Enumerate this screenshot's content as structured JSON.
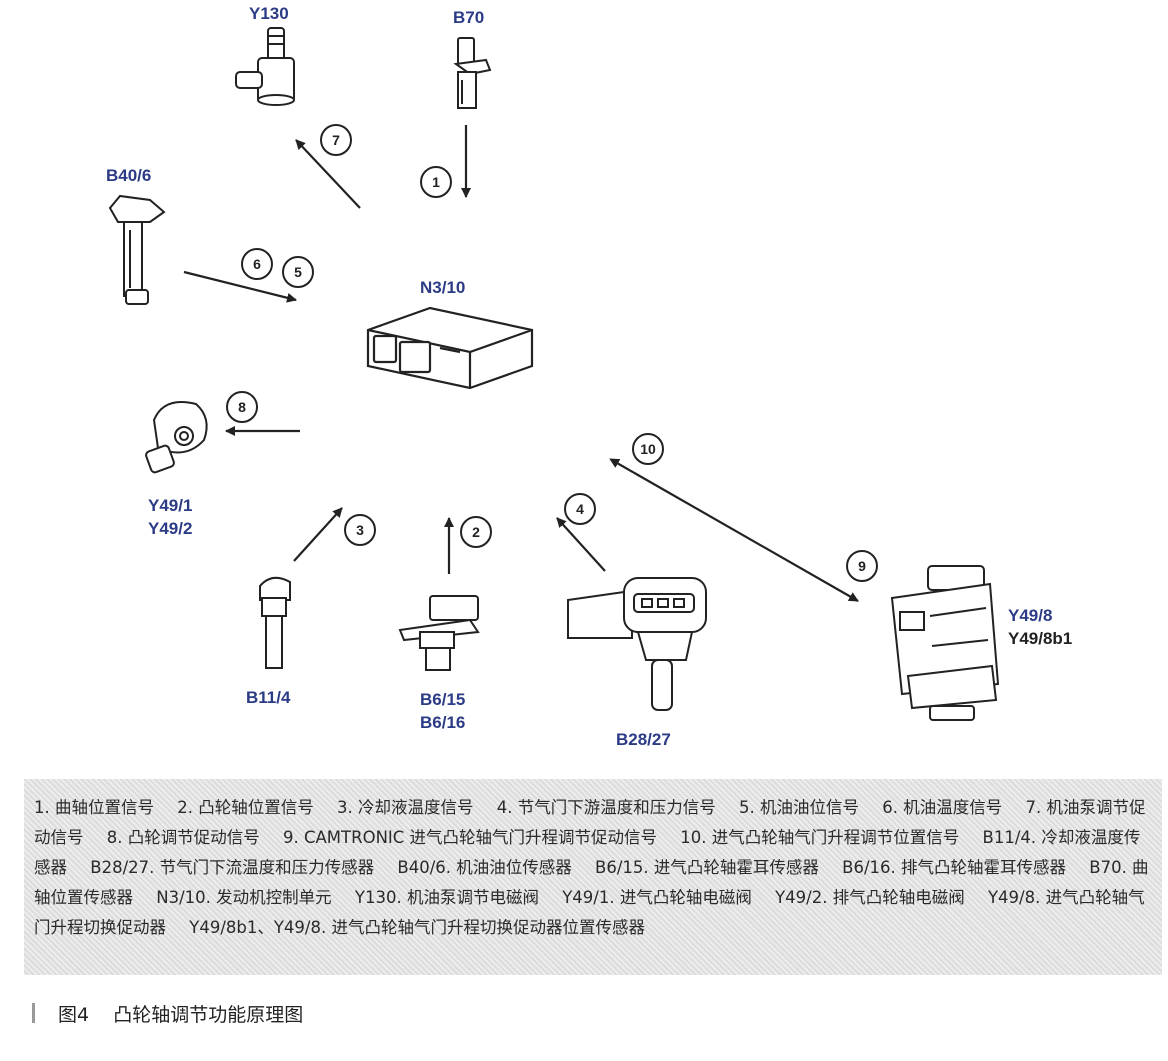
{
  "components": {
    "y130": "Y130",
    "b70": "B70",
    "b40_6": "B40/6",
    "n3_10": "N3/10",
    "y49_1": "Y49/1",
    "y49_2": "Y49/2",
    "b11_4": "B11/4",
    "b6_15": "B6/15",
    "b6_16": "B6/16",
    "b28_27": "B28/27",
    "y49_8": "Y49/8",
    "y49_8b1": "Y49/8b1"
  },
  "signal_numbers": [
    "1",
    "2",
    "3",
    "4",
    "5",
    "6",
    "7",
    "8",
    "9",
    "10"
  ],
  "legend": [
    "1. 曲轴位置信号",
    "2. 凸轮轴位置信号",
    "3. 冷却液温度信号",
    "4. 节气门下游温度和压力信号",
    "5. 机油油位信号",
    "6. 机油温度信号",
    "7. 机油泵调节促动信号",
    "8. 凸轮调节促动信号",
    "9. CAMTRONIC 进气凸轮轴气门升程调节促动信号",
    "10. 进气凸轮轴气门升程调节位置信号",
    "B11/4. 冷却液温度传感器",
    "B28/27. 节气门下流温度和压力传感器",
    "B40/6. 机油油位传感器",
    "B6/15. 进气凸轮轴霍耳传感器",
    "B6/16. 排气凸轮轴霍耳传感器",
    "B70. 曲轴位置传感器",
    "N3/10. 发动机控制单元",
    "Y130. 机油泵调节电磁阀",
    "Y49/1. 进气凸轮轴电磁阀",
    "Y49/2. 排气凸轮轴电磁阀",
    "Y49/8. 进气凸轮轴气门升程切换促动器",
    "Y49/8b1、Y49/8. 进气凸轮轴气门升程切换促动器位置传感器"
  ],
  "caption": {
    "figure": "图4",
    "title": "凸轮轴调节功能原理图"
  }
}
